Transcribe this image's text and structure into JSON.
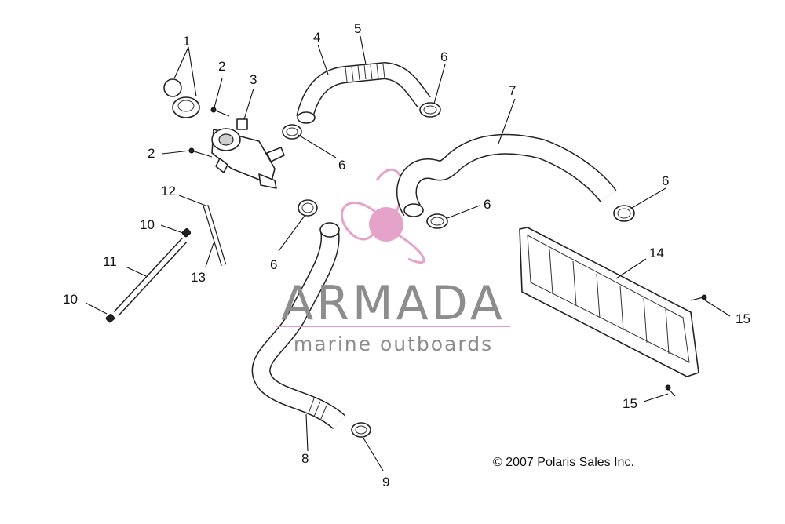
{
  "callouts": [
    {
      "id": "1",
      "label": "1"
    },
    {
      "id": "2a",
      "label": "2"
    },
    {
      "id": "2b",
      "label": "2"
    },
    {
      "id": "3",
      "label": "3"
    },
    {
      "id": "4",
      "label": "4"
    },
    {
      "id": "5",
      "label": "5"
    },
    {
      "id": "6a",
      "label": "6"
    },
    {
      "id": "6b",
      "label": "6"
    },
    {
      "id": "6c",
      "label": "6"
    },
    {
      "id": "6d",
      "label": "6"
    },
    {
      "id": "6e",
      "label": "6"
    },
    {
      "id": "7",
      "label": "7"
    },
    {
      "id": "8",
      "label": "8"
    },
    {
      "id": "9",
      "label": "9"
    },
    {
      "id": "10a",
      "label": "10"
    },
    {
      "id": "10b",
      "label": "10"
    },
    {
      "id": "11",
      "label": "11"
    },
    {
      "id": "12",
      "label": "12"
    },
    {
      "id": "13",
      "label": "13"
    },
    {
      "id": "14",
      "label": "14"
    },
    {
      "id": "15a",
      "label": "15"
    },
    {
      "id": "15b",
      "label": "15"
    }
  ],
  "watermark": {
    "title": "ARMADA",
    "subtitle": "marine outboards",
    "logo_color": "#e39ac4"
  },
  "copyright": "© 2007 Polaris Sales Inc."
}
